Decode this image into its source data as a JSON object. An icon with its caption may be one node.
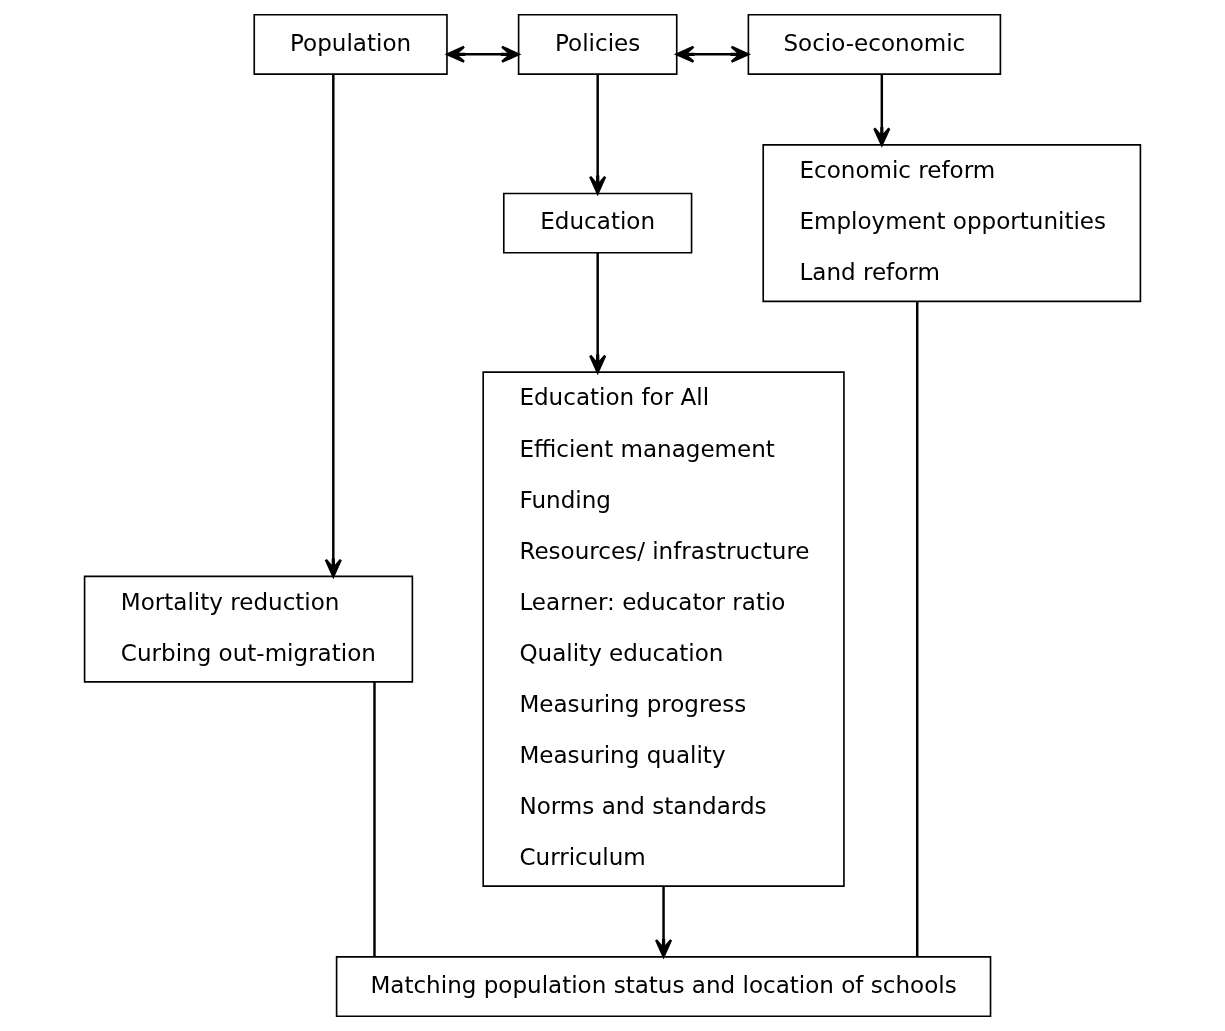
{
  "diagram": {
    "nodes": [
      {
        "text": [
          "Policies"
        ]
      },
      {
        "text": [
          "Population"
        ]
      },
      {
        "text": [
          "Socio-economic"
        ]
      },
      {
        "text": [
          "Education"
        ]
      },
      {
        "text": [
          "Mortality reduction",
          "Curbing out-migration"
        ]
      },
      {
        "text": [
          "Education for All",
          "Efficient management",
          "Funding",
          "Resources/ infrastructure",
          "Learner: educator ratio",
          "Quality education",
          "Measuring progress",
          "Measuring quality",
          "Norms and standards",
          "Curriculum"
        ]
      },
      {
        "text": [
          "Economic reform",
          "Employment opportunities",
          "Land reform"
        ]
      },
      {
        "text": [
          "Matching population status and location of schools"
        ]
      }
    ],
    "edges": [
      {
        "from": 1,
        "to": 0,
        "arrow": "both"
      },
      {
        "from": 0,
        "to": 3,
        "arrow": "to"
      },
      {
        "from": 0,
        "to": 2,
        "arrow": "both"
      },
      {
        "from": 1,
        "to": 4,
        "arrow": "to"
      },
      {
        "from": 3,
        "to": 5,
        "arrow": "to"
      },
      {
        "from": 2,
        "to": 6,
        "arrow": "to"
      },
      {
        "from": 5,
        "to": 7,
        "arrow": "to"
      },
      {
        "from": 4,
        "to": 7,
        "arrow": "none"
      },
      {
        "from": 6,
        "to": 7,
        "arrow": "none"
      }
    ]
  }
}
